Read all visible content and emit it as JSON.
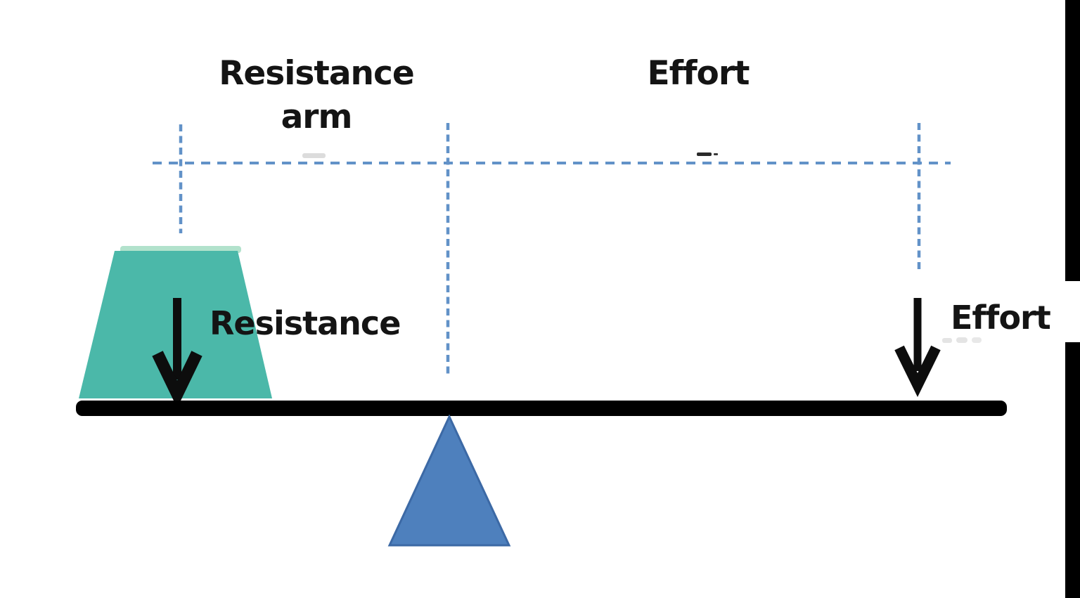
{
  "diagram": {
    "subject": "first-class lever showing resistance arm and effort arm",
    "labels": {
      "resistance_arm": "Resistance arm",
      "effort_arm": "Effort",
      "resistance_force": "Resistance",
      "effort_force": "Effort"
    },
    "colors": {
      "background": "#ffffff",
      "text": "#141414",
      "dashed_guide": "#6292c8",
      "weight_fill": "#4bb8a9",
      "weight_highlight": "#b2e2cc",
      "fulcrum_fill": "#4e80bd",
      "fulcrum_stroke": "#3c69a5",
      "lever_bar": "#000000",
      "force_arrow": "#0d0d0d",
      "edge_strip": "#000000"
    }
  }
}
